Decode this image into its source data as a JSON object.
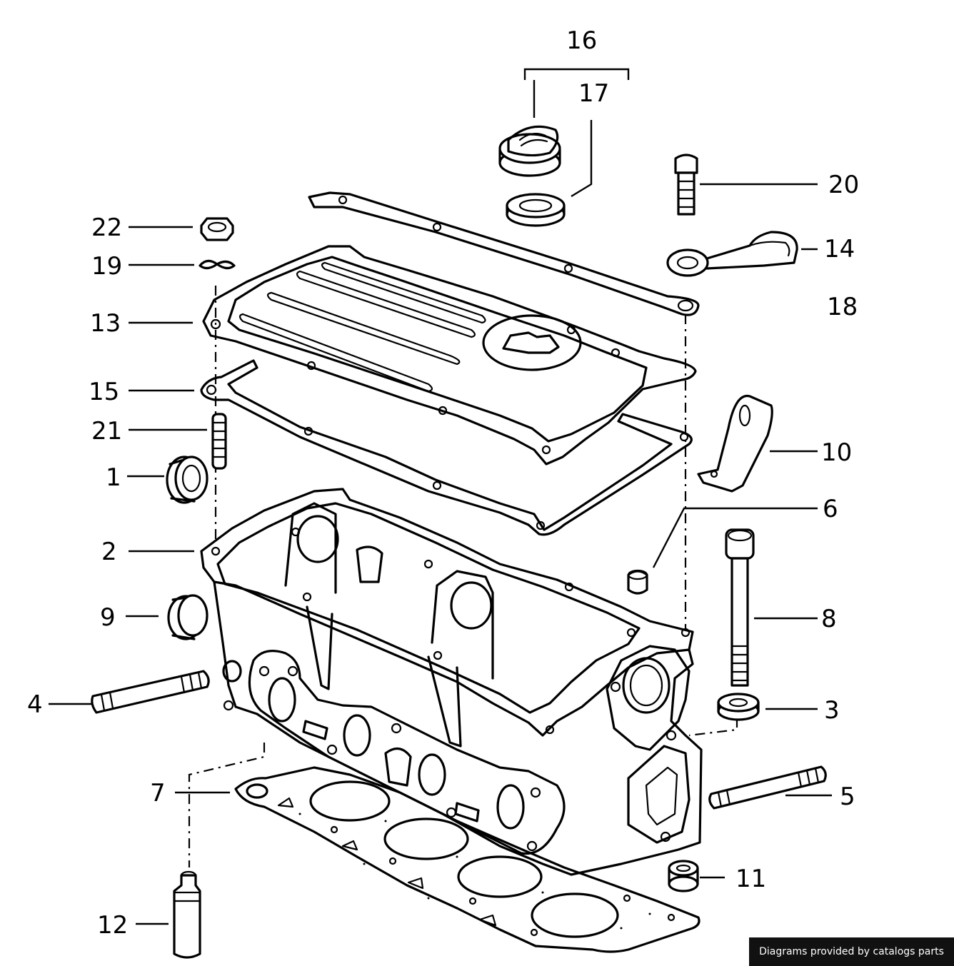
{
  "diagram": {
    "callouts": {
      "c1": "1",
      "c2": "2",
      "c3": "3",
      "c4": "4",
      "c5": "5",
      "c6": "6",
      "c7": "7",
      "c8": "8",
      "c9": "9",
      "c10": "10",
      "c11": "11",
      "c12": "12",
      "c13": "13",
      "c14": "14",
      "c15": "15",
      "c16": "16",
      "c17": "17",
      "c18": "18",
      "c19": "19",
      "c20": "20",
      "c21": "21",
      "c22": "22"
    }
  },
  "footer": {
    "credit": "Diagrams provided by catalogs parts"
  }
}
